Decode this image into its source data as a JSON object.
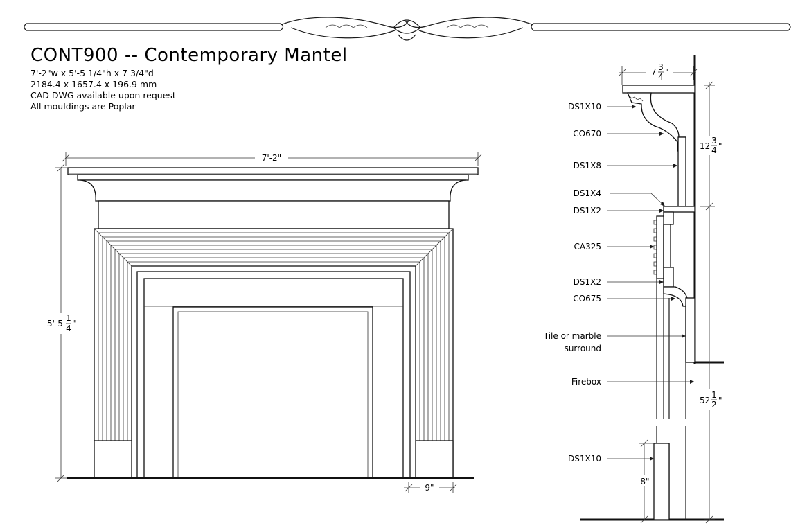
{
  "title": "CONT900 -- Contemporary Mantel",
  "specs": [
    "7'-2\"w x 5'-5 1/4\"h x 7 3/4\"d",
    "2184.4 x 1657.4 x 196.9 mm",
    "CAD DWG available upon request",
    "All mouldings are Poplar"
  ],
  "front_view": {
    "width_dim": "7'-2\"",
    "height_dim_main": "5'-5",
    "height_dim_frac_num": "1",
    "height_dim_frac_den": "4",
    "leg_dim": "9\""
  },
  "section_view": {
    "labels": {
      "ds1x10_top": "DS1X10",
      "co670": "CO670",
      "ds1x8": "DS1X8",
      "ds1x4": "DS1X4",
      "ds1x2_a": "DS1X2",
      "ca325": "CA325",
      "ds1x2_b": "DS1X2",
      "co675": "CO675",
      "tile_line1": "Tile or marble",
      "tile_line2": "surround",
      "firebox": "Firebox",
      "ds1x10_bottom": "DS1X10"
    },
    "dims": {
      "depth_main": "7",
      "depth_num": "3",
      "depth_den": "4",
      "depth_unit": "\"",
      "upper_main": "12",
      "upper_num": "3",
      "upper_den": "4",
      "upper_unit": "\"",
      "lower_main": "52",
      "lower_num": "1",
      "lower_den": "2",
      "lower_unit": "\"",
      "base": "8\""
    }
  }
}
